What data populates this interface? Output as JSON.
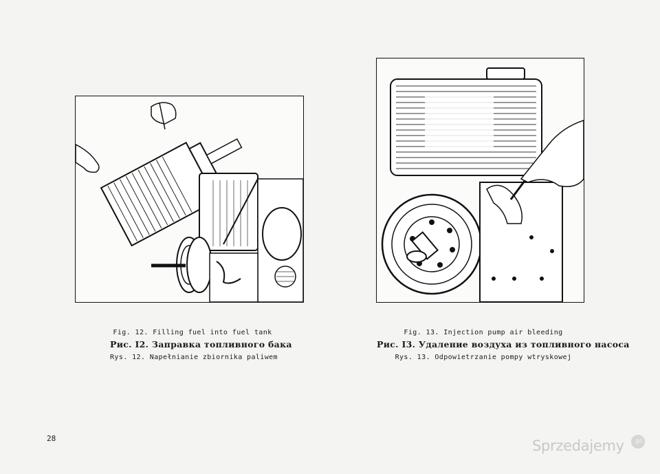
{
  "page": {
    "number": "28"
  },
  "figures": [
    {
      "caption_en": "Fig. 12. Filling fuel into fuel tank",
      "caption_ru": "Рис. I2. Заправка топливного бака",
      "caption_pl": "Rys. 12. Napełnianie zbiornika paliwem"
    },
    {
      "caption_en": "Fig. 13. Injection pump air bleeding",
      "caption_ru": "Рис. I3. Удаление воздуха из топливного насоса",
      "caption_pl": "Rys. 13. Odpowietrzanie pompy wtryskowej"
    }
  ],
  "watermark": {
    "text": "Sprzedajemy",
    "badge": ".pl"
  }
}
